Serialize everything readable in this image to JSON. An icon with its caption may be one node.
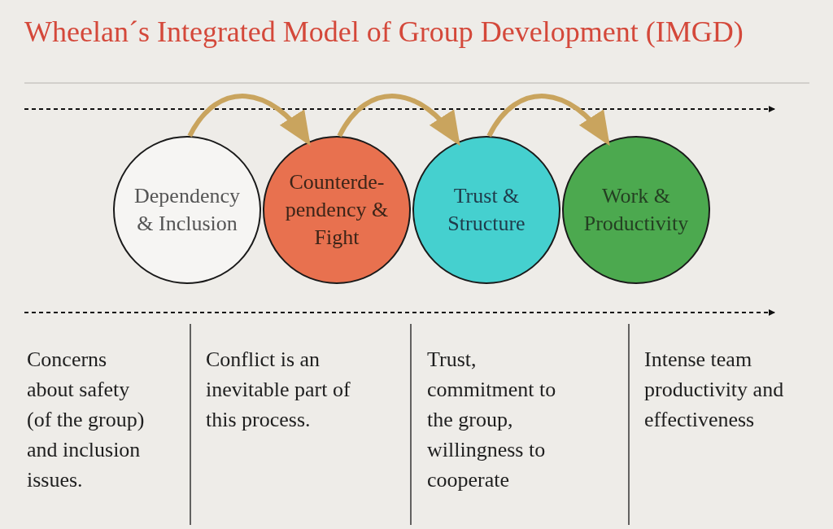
{
  "diagram": {
    "title": "Wheelan´s Integrated Model of Group Development (IMGD)",
    "nodes": [
      {
        "text": [
          "Dependency & Inclusion"
        ]
      },
      {
        "text": [
          "Counterde-pendency & Fight"
        ]
      },
      {
        "text": [
          "Trust & Structure"
        ]
      },
      {
        "text": [
          "Work & Productivity"
        ]
      }
    ],
    "edges": [
      {
        "from": 0,
        "to": 1,
        "arrow": "to"
      },
      {
        "from": 1,
        "to": 2,
        "arrow": "to"
      },
      {
        "from": 2,
        "to": 3,
        "arrow": "to"
      }
    ],
    "labels": [
      "Concerns about safety (of the group) and inclusion issues.",
      "Conflict is an inevitable part of this process.",
      "Trust, commitment to the group, willingness to cooperate",
      "Intense team productivity and effectiveness"
    ]
  }
}
